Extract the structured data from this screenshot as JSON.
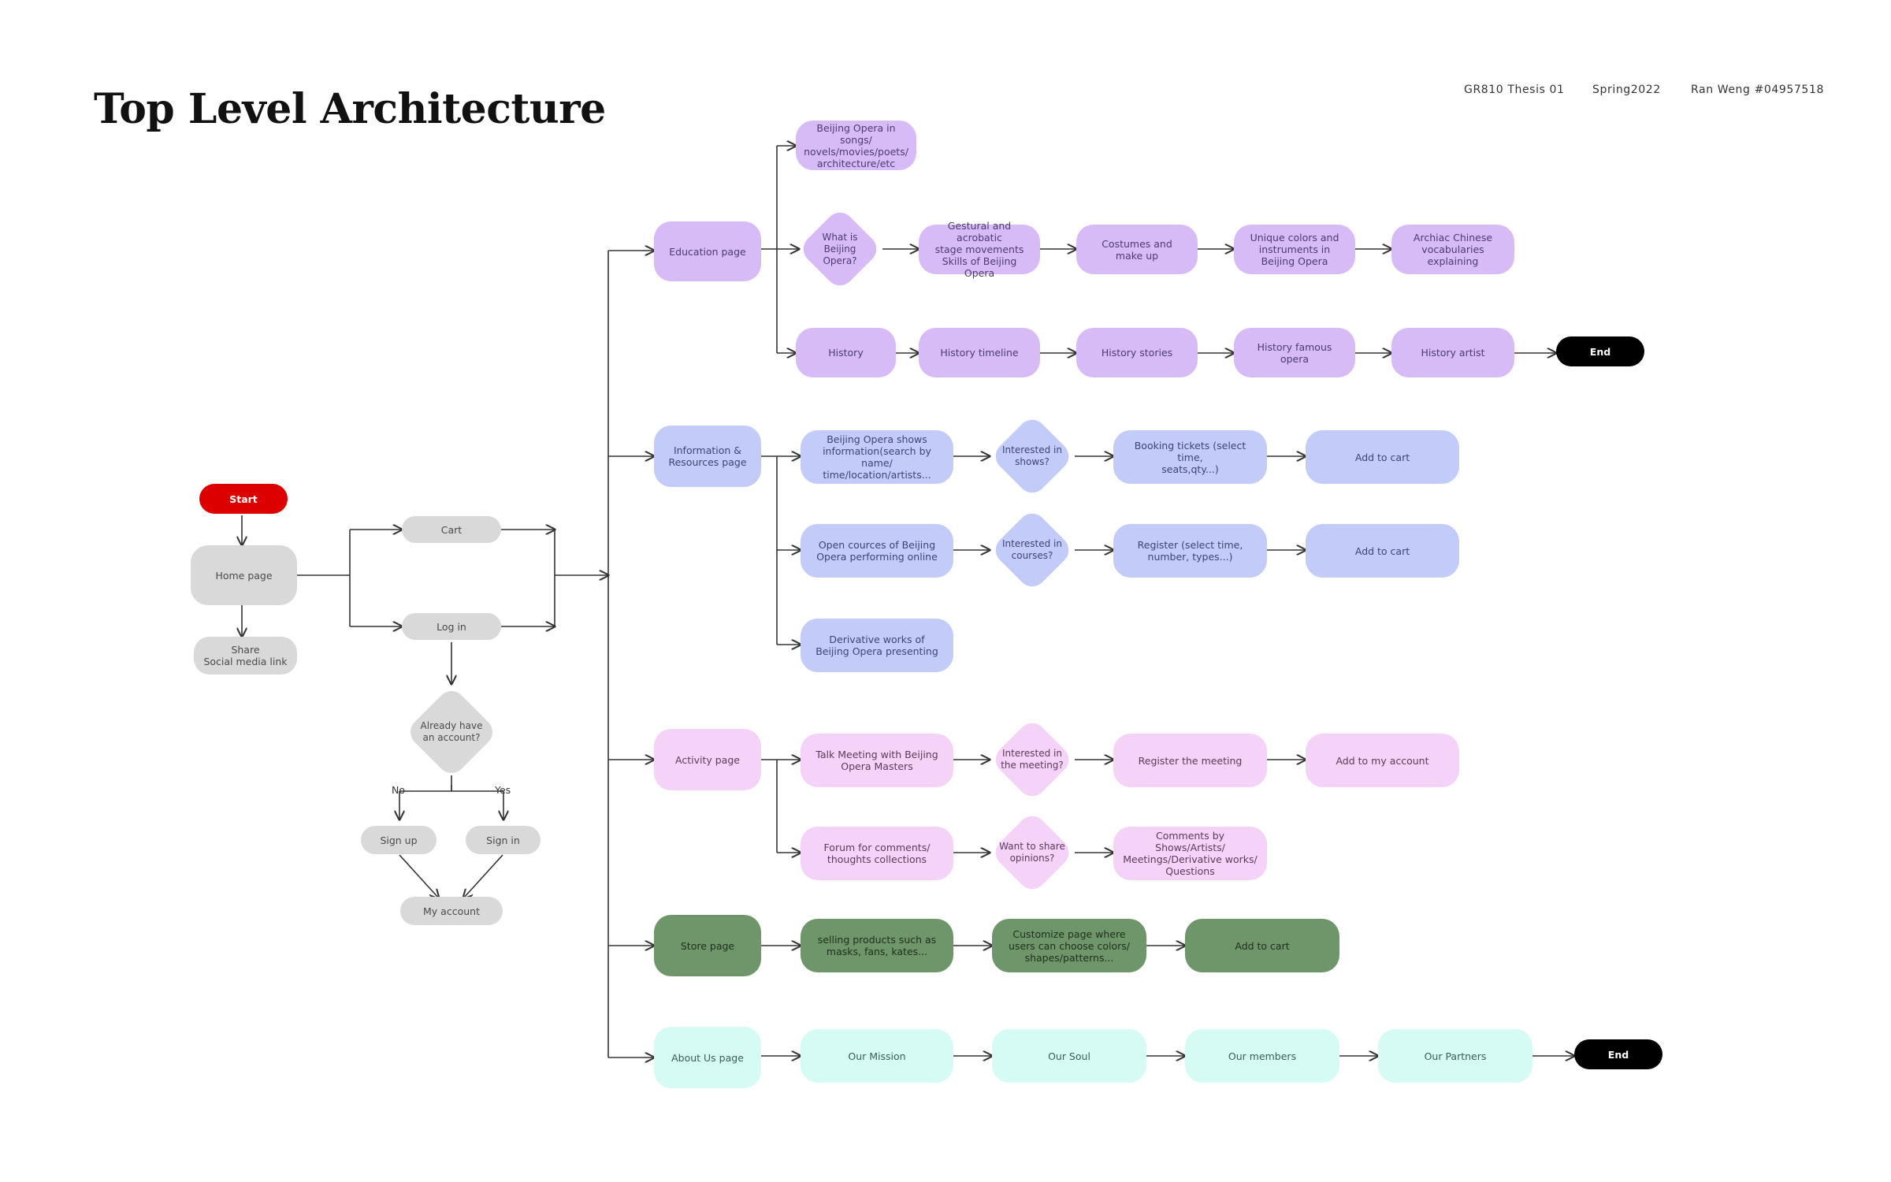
{
  "header": {
    "title": "Top Level Architecture",
    "course": "GR810 Thesis 01",
    "term": "Spring2022",
    "author": "Ran Weng  #04957518"
  },
  "nodes": {
    "start": "Start",
    "home": "Home page",
    "share": "Share\nSocial media link",
    "cart": "Cart",
    "login": "Log in",
    "already": "Already have\nan account?",
    "no": "No",
    "yes": "Yes",
    "signup": "Sign up",
    "signin": "Sign in",
    "myaccount": "My account",
    "edu": "Education page",
    "edu_songs": "Beijing Opera in songs/\nnovels/movies/poets/\narchitecture/etc",
    "edu_what": "What is\nBeijing\nOpera?",
    "edu_gest": "Gestural and acrobatic\nstage movements\nSkills of Beijing Opera",
    "edu_cost": "Costumes and\nmake up",
    "edu_colors": "Unique colors and\ninstruments in\nBeijing Opera",
    "edu_arch": "Archiac Chinese\nvocabularies\nexplaining",
    "edu_hist": "History",
    "edu_timeline": "History timeline",
    "edu_stories": "History stories",
    "edu_famous": "History famous opera",
    "edu_artist": "History artist",
    "end1": "End",
    "info": "Information &\nResources page",
    "info_shows": "Beijing Opera shows\ninformation(search by name/\ntime/location/artists...",
    "info_int_shows": "Interested in\nshows?",
    "info_booking": "Booking tickets (select time,\nseats,qty...)",
    "info_cart1": "Add to cart",
    "info_courses": "Open cources of Beijing\nOpera performing online",
    "info_int_courses": "Interested in\ncourses?",
    "info_register": "Register (select time,\nnumber, types...)",
    "info_cart2": "Add to cart",
    "info_deriv": "Derivative works of\nBeijing Opera presenting",
    "act": "Activity page",
    "act_talk": "Talk Meeting with Beijing\nOpera Masters",
    "act_int": "Interested in\nthe meeting?",
    "act_reg": "Register the meeting",
    "act_add": "Add to my account",
    "act_forum": "Forum for comments/\nthoughts collections",
    "act_share": "Want to share\nopinions?",
    "act_comments": "Comments by Shows/Artists/\nMeetings/Derivative works/\nQuestions",
    "store": "Store page",
    "store_sell": "selling products such as\nmasks, fans, kates...",
    "store_custom": "Customize page where\nusers can choose colors/\nshapes/patterns...",
    "store_cart": "Add to cart",
    "about": "About Us page",
    "about_mission": "Our Mission",
    "about_soul": "Our Soul",
    "about_members": "Our members",
    "about_partners": "Our Partners",
    "end2": "End"
  },
  "colors": {
    "gray": "#d9d9d9",
    "purple": "#d7bbf7",
    "blue": "#c3cbf8",
    "pink": "#f5d2f8",
    "green": "#6f956a",
    "mint": "#d6fbf4",
    "start": "#dd0000",
    "end": "#000000"
  }
}
